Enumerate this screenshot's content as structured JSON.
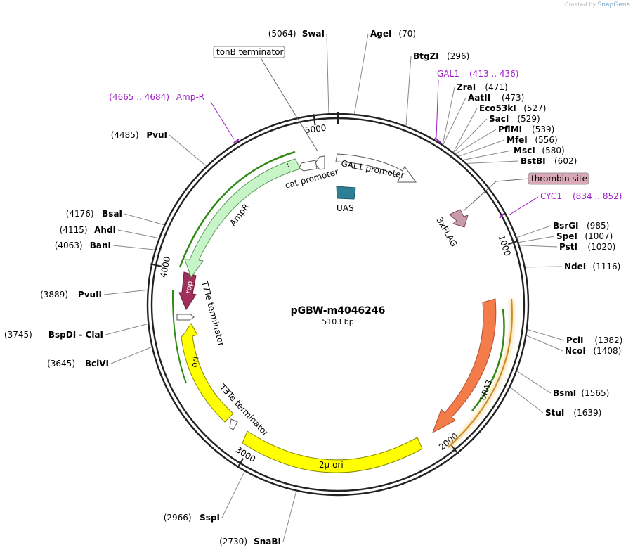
{
  "credit": {
    "prefix": "Created by",
    "brand": "SnapGene"
  },
  "plasmid": {
    "name": "pGBW-m4046246",
    "size_label": "5103 bp",
    "length": 5103
  },
  "ticks": [
    "1000",
    "2000",
    "3000",
    "4000",
    "5000"
  ],
  "sites": [
    {
      "name": "SwaI",
      "pos": "(5064)"
    },
    {
      "name": "AgeI",
      "pos": "(70)"
    },
    {
      "name": "BtgZI",
      "pos": "(296)"
    },
    {
      "name": "ZraI",
      "pos": "(471)"
    },
    {
      "name": "AatII",
      "pos": "(473)"
    },
    {
      "name": "Eco53kI",
      "pos": "(527)"
    },
    {
      "name": "SacI",
      "pos": "(529)"
    },
    {
      "name": "PflMI",
      "pos": "(539)"
    },
    {
      "name": "MfeI",
      "pos": "(556)"
    },
    {
      "name": "MscI",
      "pos": "(580)"
    },
    {
      "name": "BstBI",
      "pos": "(602)"
    },
    {
      "name": "BsrGI",
      "pos": "(985)"
    },
    {
      "name": "SpeI",
      "pos": "(1007)"
    },
    {
      "name": "PstI",
      "pos": "(1020)"
    },
    {
      "name": "NdeI",
      "pos": "(1116)"
    },
    {
      "name": "PciI",
      "pos": "(1382)"
    },
    {
      "name": "NcoI",
      "pos": "(1408)"
    },
    {
      "name": "BsmI",
      "pos": "(1565)"
    },
    {
      "name": "StuI",
      "pos": "(1639)"
    },
    {
      "name": "SnaBI",
      "pos": "(2730)"
    },
    {
      "name": "SspI",
      "pos": "(2966)"
    },
    {
      "name": "BciVI",
      "pos": "(3645)"
    },
    {
      "name": "BspDI - ClaI",
      "pos": "(3745)"
    },
    {
      "name": "PvuII",
      "pos": "(3889)"
    },
    {
      "name": "BanI",
      "pos": "(4063)"
    },
    {
      "name": "AhdI",
      "pos": "(4115)"
    },
    {
      "name": "BsaI",
      "pos": "(4176)"
    },
    {
      "name": "PvuI",
      "pos": "(4485)"
    }
  ],
  "primers": [
    {
      "name": "GAL1",
      "pos": "(413 .. 436)"
    },
    {
      "name": "CYC1",
      "pos": "(834 .. 852)"
    },
    {
      "name": "Amp-R",
      "pos": "(4665 .. 4684)"
    }
  ],
  "features": [
    {
      "name": "GAL1 promoter",
      "color": "#ffffff"
    },
    {
      "name": "UAS",
      "color": "#2e7f95"
    },
    {
      "name": "3xFLAG",
      "color": "#c99aa8"
    },
    {
      "name": "thrombin site",
      "color": "#d9aab6"
    },
    {
      "name": "URA3",
      "color": "#f47c4a"
    },
    {
      "name": "2μ ori",
      "color": "#ffff00"
    },
    {
      "name": "T3Te terminator",
      "color": "#ffffff"
    },
    {
      "name": "ori",
      "color": "#ffff00"
    },
    {
      "name": "T7Te terminator",
      "color": "#ffffff"
    },
    {
      "name": "rop",
      "color": "#a0305a"
    },
    {
      "name": "AmpR",
      "color": "#c8f5c8"
    },
    {
      "name": "cat promoter",
      "color": "#ffffff"
    },
    {
      "name": "tonB terminator",
      "color": "#ffffff"
    }
  ],
  "colors": {
    "backbone": "#222222",
    "primer": "#a020c8",
    "orf_green": "#2d8a12",
    "orf_orange": "#c98b2a"
  }
}
